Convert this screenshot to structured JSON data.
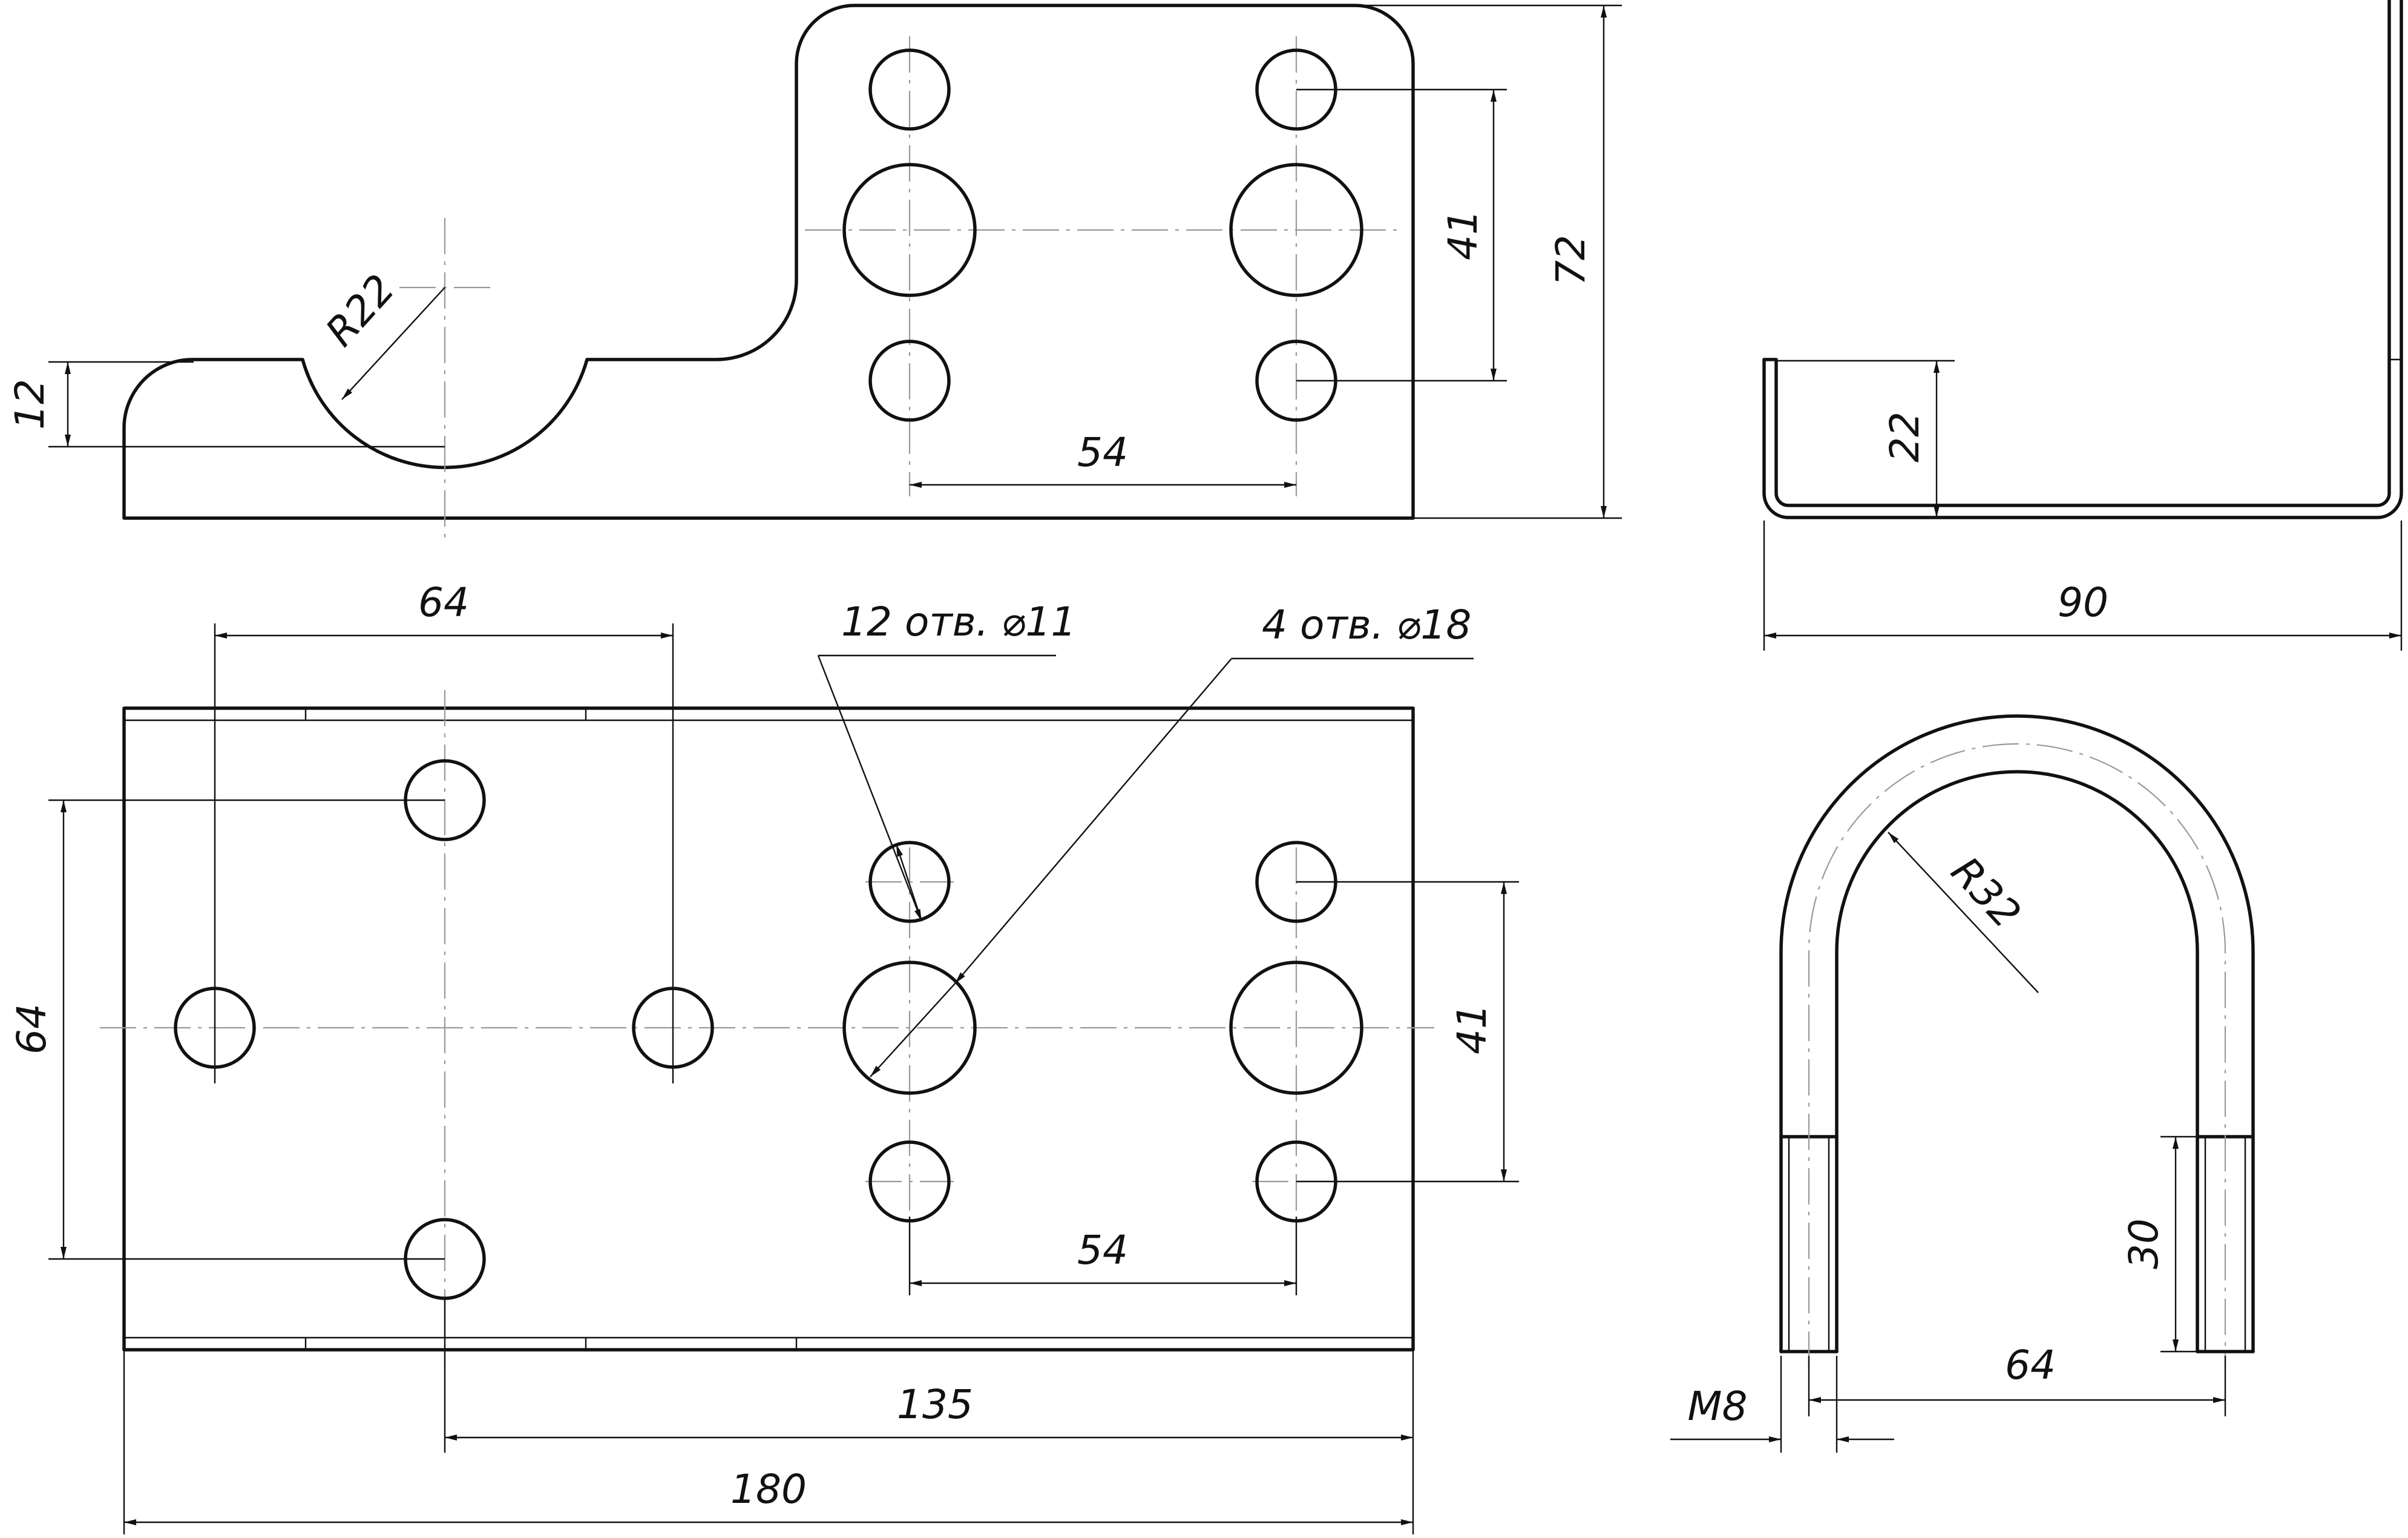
{
  "colors": {
    "line": "#111111",
    "centerline": "#9a9a9a",
    "background": "#ffffff"
  },
  "views": {
    "front": {
      "dims": {
        "height_12": "12",
        "radius_22": "R22",
        "span_41": "41",
        "height_72": "72",
        "pitch_54": "54"
      }
    },
    "side": {
      "dims": {
        "depth_22": "22",
        "width_90": "90"
      }
    },
    "plan": {
      "dims": {
        "pitch_64_h": "64",
        "pitch_64_v": "64",
        "span_41": "41",
        "pitch_54": "54",
        "span_135": "135",
        "length_180": "180"
      },
      "notes": {
        "small_holes": "12 отв. ⌀11",
        "large_holes": "4 отв. ⌀18"
      }
    },
    "ubolt": {
      "dims": {
        "radius_32": "R32",
        "thread_30": "30",
        "width_64": "64",
        "thread_m8": "M8"
      }
    }
  }
}
